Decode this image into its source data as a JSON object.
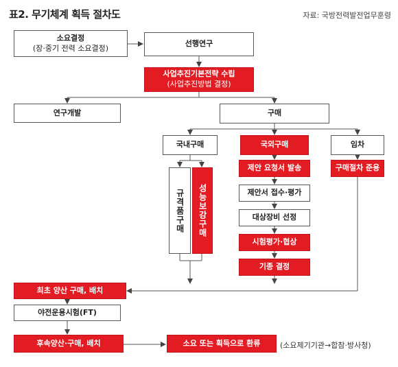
{
  "header": {
    "title": "표2. 무기체계 획득 절차도",
    "source": "자료: 국방전력발전업무훈령"
  },
  "nodes": {
    "requirement": {
      "title": "소요결정",
      "sub": "(장·중기 전력 소요결정)"
    },
    "prior_research": {
      "title": "선행연구"
    },
    "strategy": {
      "title": "사업추진기본전략 수립",
      "sub": "(사업추진방법 결정)"
    },
    "rnd": {
      "title": "연구개발"
    },
    "purchase": {
      "title": "구매"
    },
    "domestic": {
      "title": "국내구매"
    },
    "foreign": {
      "title": "국외구매"
    },
    "lease": {
      "title": "임차"
    },
    "spec_purchase": {
      "title": "규격품구매"
    },
    "perf_purchase": {
      "title": "성능보강구매"
    },
    "rfp": {
      "title": "제안 요청서 발송"
    },
    "proposal_eval": {
      "title": "제안서 접수·평가"
    },
    "candidate_select": {
      "title": "대상장비 선정"
    },
    "test_negotiate": {
      "title": "시험평가·협상"
    },
    "model_decide": {
      "title": "기종 결정"
    },
    "lease_proc": {
      "title": "구매절차 준용"
    },
    "initial_production": {
      "title": "최초 양산 구매, 배치"
    },
    "field_test": {
      "title": "야전운용시험(FT)"
    },
    "follow_production": {
      "title": "후속양산·구매, 배치"
    },
    "reflux": {
      "title": "소요 또는 획득으로 환류"
    }
  },
  "notes": {
    "reflux_note": "(소요제기기관→합참·방사청)"
  }
}
